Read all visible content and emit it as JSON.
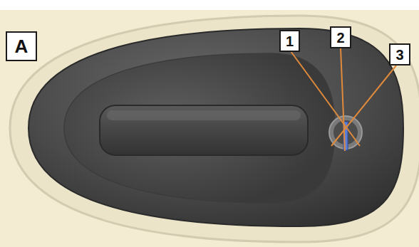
{
  "diagram": {
    "nodes": [
      {
        "text": [
          "A"
        ]
      },
      {
        "text": [
          "1"
        ]
      },
      {
        "text": [
          "2"
        ]
      },
      {
        "text": [
          "3"
        ]
      }
    ]
  }
}
